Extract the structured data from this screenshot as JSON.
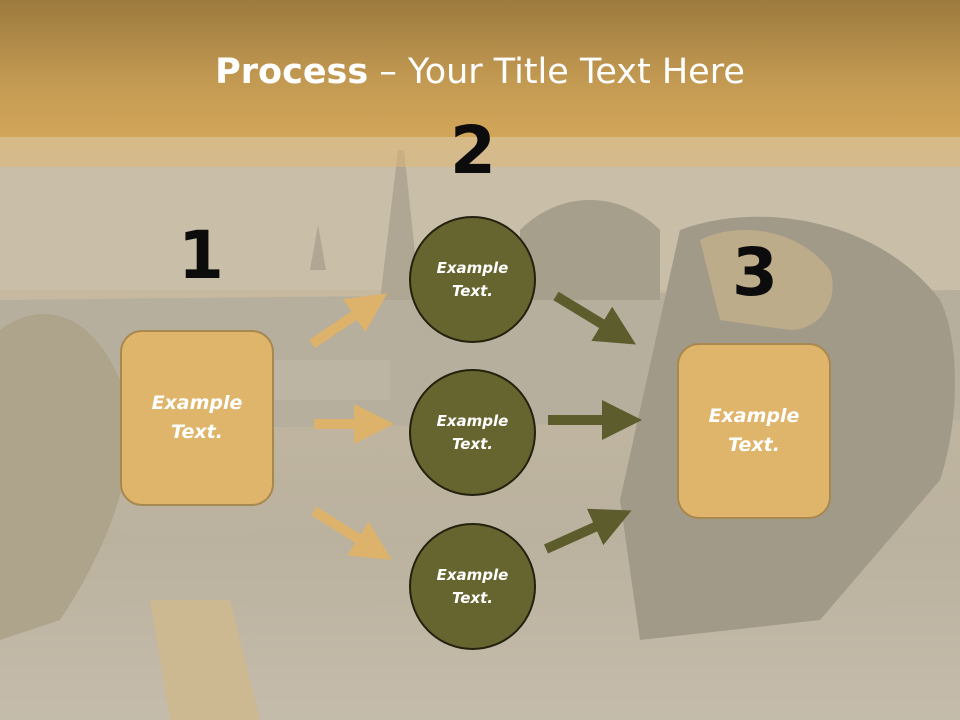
{
  "title": {
    "bold": "Process",
    "rest": " – Your Title Text Here"
  },
  "steps": [
    {
      "number": "1",
      "text": "Example Text."
    },
    {
      "number": "2"
    },
    {
      "number": "3",
      "text": "Example Text."
    }
  ],
  "circles": [
    {
      "text": "Example Text."
    },
    {
      "text": "Example Text."
    },
    {
      "text": "Example Text."
    }
  ],
  "colors": {
    "title_band": "#c39a52",
    "box_fill": "#dfb56c",
    "circle_fill": "#66652f",
    "arrow_light": "#ddb26a",
    "arrow_dark": "#5d5c2c"
  }
}
